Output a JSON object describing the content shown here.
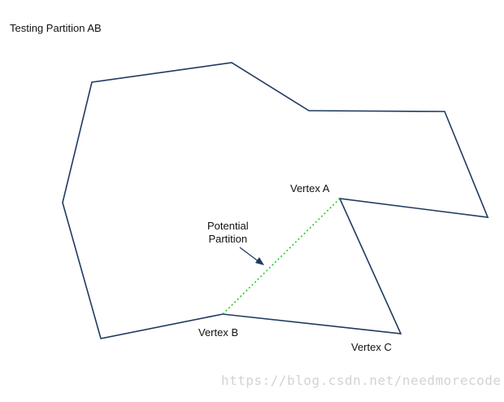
{
  "title": "Testing Partition AB",
  "labels": {
    "vertex_a": "Vertex A",
    "vertex_b": "Vertex B",
    "vertex_c": "Vertex C",
    "potential_partition_line1": "Potential",
    "potential_partition_line2": "Partition"
  },
  "watermark": "https://blog.csdn.net/needmorecode",
  "colors": {
    "polygon_stroke": "#1f3a5f",
    "partition_line": "#22cc22",
    "arrow": "#1f3a5f"
  }
}
